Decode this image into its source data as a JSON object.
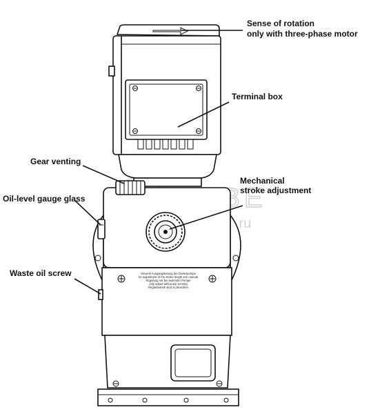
{
  "callouts": {
    "rotation_line1": "Sense of rotation",
    "rotation_line2": "only with  three-phase motor",
    "terminal_box": "Terminal box",
    "gear_venting": "Gear venting",
    "stroke_line1": "Mechanical",
    "stroke_line2": "stroke adjustment",
    "oil_level": "Oil-level gauge glass",
    "waste_oil": "Waste oil screw"
  },
  "watermark": {
    "brand": "АРВЕ",
    "site": "arve.ru"
  },
  "plate_text": {
    "line1": "Hinweis Ausgangsleitung der Dosierpumpe",
    "line2": "for adjustment of the stroke length see manual",
    "line3": "Regelung nur bei laufender Pumpe",
    "line4": "only adjust with pump running",
    "line5": "Reglerbetrieb sind zu beachten"
  }
}
